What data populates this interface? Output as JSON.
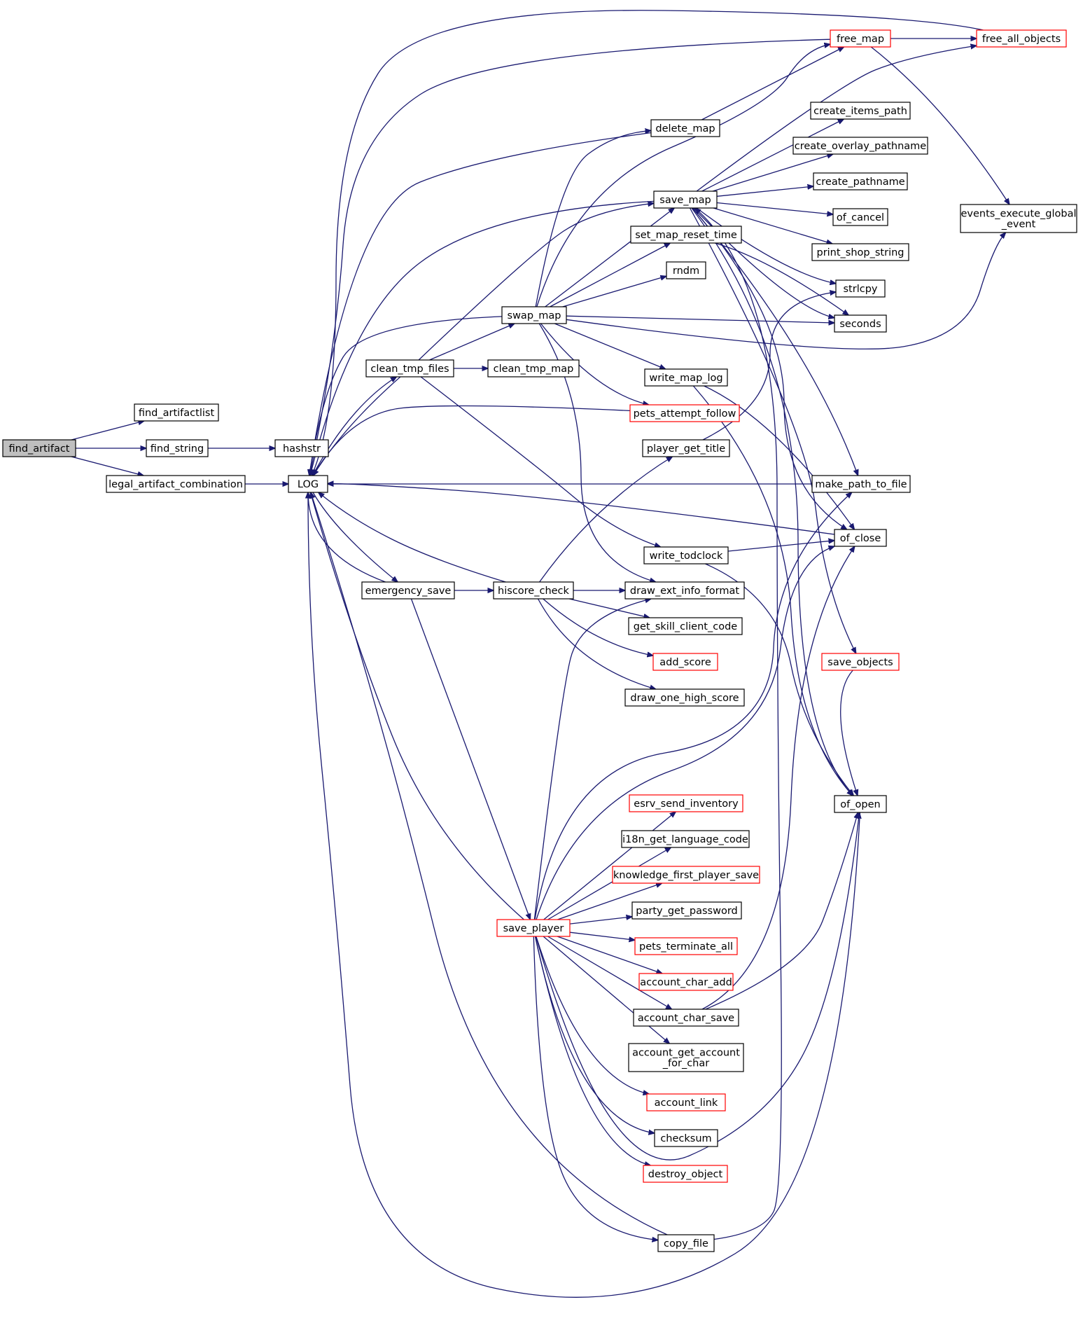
{
  "diagram": {
    "type": "call-graph",
    "colors": {
      "edge": "#191970",
      "node_border": "#000000",
      "truncated_border": "#ff0000",
      "focus_fill": "#bfbfbf"
    },
    "nodes": [
      {
        "id": "find_artifact",
        "lines": [
          "find_artifact"
        ],
        "style": "focus"
      },
      {
        "id": "find_artifactlist",
        "lines": [
          "find_artifactlist"
        ],
        "style": "normal"
      },
      {
        "id": "find_string",
        "lines": [
          "find_string"
        ],
        "style": "normal"
      },
      {
        "id": "legal_artifact_combination",
        "lines": [
          "legal_artifact_combination"
        ],
        "style": "normal"
      },
      {
        "id": "hashstr",
        "lines": [
          "hashstr"
        ],
        "style": "normal"
      },
      {
        "id": "LOG",
        "lines": [
          "LOG"
        ],
        "style": "normal"
      },
      {
        "id": "clean_tmp_files",
        "lines": [
          "clean_tmp_files"
        ],
        "style": "normal"
      },
      {
        "id": "emergency_save",
        "lines": [
          "emergency_save"
        ],
        "style": "normal"
      },
      {
        "id": "swap_map",
        "lines": [
          "swap_map"
        ],
        "style": "normal"
      },
      {
        "id": "clean_tmp_map",
        "lines": [
          "clean_tmp_map"
        ],
        "style": "normal"
      },
      {
        "id": "hiscore_check",
        "lines": [
          "hiscore_check"
        ],
        "style": "normal"
      },
      {
        "id": "save_player",
        "lines": [
          "save_player"
        ],
        "style": "red"
      },
      {
        "id": "delete_map",
        "lines": [
          "delete_map"
        ],
        "style": "normal"
      },
      {
        "id": "save_map",
        "lines": [
          "save_map"
        ],
        "style": "normal"
      },
      {
        "id": "set_map_reset_time",
        "lines": [
          "set_map_reset_time"
        ],
        "style": "normal"
      },
      {
        "id": "rndm",
        "lines": [
          "rndm"
        ],
        "style": "normal"
      },
      {
        "id": "write_map_log",
        "lines": [
          "write_map_log"
        ],
        "style": "normal"
      },
      {
        "id": "pets_attempt_follow",
        "lines": [
          "pets_attempt_follow"
        ],
        "style": "red"
      },
      {
        "id": "player_get_title",
        "lines": [
          "player_get_title"
        ],
        "style": "normal"
      },
      {
        "id": "write_todclock",
        "lines": [
          "write_todclock"
        ],
        "style": "normal"
      },
      {
        "id": "draw_ext_info_format",
        "lines": [
          "draw_ext_info_format"
        ],
        "style": "normal"
      },
      {
        "id": "get_skill_client_code",
        "lines": [
          "get_skill_client_code"
        ],
        "style": "normal"
      },
      {
        "id": "add_score",
        "lines": [
          "add_score"
        ],
        "style": "red"
      },
      {
        "id": "draw_one_high_score",
        "lines": [
          "draw_one_high_score"
        ],
        "style": "normal"
      },
      {
        "id": "esrv_send_inventory",
        "lines": [
          "esrv_send_inventory"
        ],
        "style": "red"
      },
      {
        "id": "i18n_get_language_code",
        "lines": [
          "i18n_get_language_code"
        ],
        "style": "normal"
      },
      {
        "id": "knowledge_first_player_save",
        "lines": [
          "knowledge_first_player_save"
        ],
        "style": "red"
      },
      {
        "id": "party_get_password",
        "lines": [
          "party_get_password"
        ],
        "style": "normal"
      },
      {
        "id": "pets_terminate_all",
        "lines": [
          "pets_terminate_all"
        ],
        "style": "red"
      },
      {
        "id": "account_char_add",
        "lines": [
          "account_char_add"
        ],
        "style": "red"
      },
      {
        "id": "account_char_save",
        "lines": [
          "account_char_save"
        ],
        "style": "normal"
      },
      {
        "id": "account_get_account_for_char",
        "lines": [
          "account_get_account",
          "_for_char"
        ],
        "style": "normal"
      },
      {
        "id": "account_link",
        "lines": [
          "account_link"
        ],
        "style": "red"
      },
      {
        "id": "checksum",
        "lines": [
          "checksum"
        ],
        "style": "normal"
      },
      {
        "id": "destroy_object",
        "lines": [
          "destroy_object"
        ],
        "style": "red"
      },
      {
        "id": "copy_file",
        "lines": [
          "copy_file"
        ],
        "style": "normal"
      },
      {
        "id": "free_map",
        "lines": [
          "free_map"
        ],
        "style": "red"
      },
      {
        "id": "free_all_objects",
        "lines": [
          "free_all_objects"
        ],
        "style": "red"
      },
      {
        "id": "create_items_path",
        "lines": [
          "create_items_path"
        ],
        "style": "normal"
      },
      {
        "id": "create_overlay_pathname",
        "lines": [
          "create_overlay_pathname"
        ],
        "style": "normal"
      },
      {
        "id": "create_pathname",
        "lines": [
          "create_pathname"
        ],
        "style": "normal"
      },
      {
        "id": "of_cancel",
        "lines": [
          "of_cancel"
        ],
        "style": "normal"
      },
      {
        "id": "print_shop_string",
        "lines": [
          "print_shop_string"
        ],
        "style": "normal"
      },
      {
        "id": "strlcpy",
        "lines": [
          "strlcpy"
        ],
        "style": "normal"
      },
      {
        "id": "seconds",
        "lines": [
          "seconds"
        ],
        "style": "normal"
      },
      {
        "id": "make_path_to_file",
        "lines": [
          "make_path_to_file"
        ],
        "style": "normal"
      },
      {
        "id": "of_close",
        "lines": [
          "of_close"
        ],
        "style": "normal"
      },
      {
        "id": "save_objects",
        "lines": [
          "save_objects"
        ],
        "style": "red"
      },
      {
        "id": "of_open",
        "lines": [
          "of_open"
        ],
        "style": "normal"
      },
      {
        "id": "events_execute_global_event",
        "lines": [
          "events_execute_global",
          "_event"
        ],
        "style": "normal"
      }
    ],
    "edges": [
      [
        "find_artifact",
        "find_artifactlist"
      ],
      [
        "find_artifact",
        "find_string"
      ],
      [
        "find_artifact",
        "legal_artifact_combination"
      ],
      [
        "find_string",
        "hashstr"
      ],
      [
        "legal_artifact_combination",
        "LOG"
      ],
      [
        "LOG",
        "clean_tmp_files"
      ],
      [
        "LOG",
        "emergency_save"
      ],
      [
        "emergency_save",
        "LOG"
      ],
      [
        "emergency_save",
        "hiscore_check"
      ],
      [
        "emergency_save",
        "save_player"
      ],
      [
        "clean_tmp_files",
        "swap_map"
      ],
      [
        "clean_tmp_files",
        "clean_tmp_map"
      ],
      [
        "clean_tmp_files",
        "LOG"
      ],
      [
        "clean_tmp_files",
        "save_map"
      ],
      [
        "clean_tmp_files",
        "write_todclock"
      ],
      [
        "swap_map",
        "LOG"
      ],
      [
        "swap_map",
        "delete_map"
      ],
      [
        "swap_map",
        "save_map"
      ],
      [
        "swap_map",
        "set_map_reset_time"
      ],
      [
        "swap_map",
        "rndm"
      ],
      [
        "swap_map",
        "seconds"
      ],
      [
        "swap_map",
        "write_map_log"
      ],
      [
        "swap_map",
        "pets_attempt_follow"
      ],
      [
        "swap_map",
        "free_map"
      ],
      [
        "swap_map",
        "events_execute_global_event"
      ],
      [
        "swap_map",
        "draw_ext_info_format"
      ],
      [
        "delete_map",
        "LOG"
      ],
      [
        "delete_map",
        "free_map"
      ],
      [
        "save_map",
        "LOG"
      ],
      [
        "save_map",
        "free_all_objects"
      ],
      [
        "save_map",
        "create_items_path"
      ],
      [
        "save_map",
        "create_overlay_pathname"
      ],
      [
        "save_map",
        "create_pathname"
      ],
      [
        "save_map",
        "of_cancel"
      ],
      [
        "save_map",
        "print_shop_string"
      ],
      [
        "save_map",
        "strlcpy"
      ],
      [
        "save_map",
        "seconds"
      ],
      [
        "save_map",
        "make_path_to_file"
      ],
      [
        "save_map",
        "of_close"
      ],
      [
        "save_map",
        "save_objects"
      ],
      [
        "save_map",
        "of_open"
      ],
      [
        "set_map_reset_time",
        "seconds"
      ],
      [
        "write_map_log",
        "of_close"
      ],
      [
        "write_map_log",
        "of_open"
      ],
      [
        "pets_attempt_follow",
        "LOG"
      ],
      [
        "player_get_title",
        "strlcpy"
      ],
      [
        "write_todclock",
        "of_close"
      ],
      [
        "write_todclock",
        "of_open"
      ],
      [
        "make_path_to_file",
        "LOG"
      ],
      [
        "of_close",
        "LOG"
      ],
      [
        "hiscore_check",
        "LOG"
      ],
      [
        "hiscore_check",
        "player_get_title"
      ],
      [
        "hiscore_check",
        "draw_ext_info_format"
      ],
      [
        "hiscore_check",
        "get_skill_client_code"
      ],
      [
        "hiscore_check",
        "add_score"
      ],
      [
        "hiscore_check",
        "draw_one_high_score"
      ],
      [
        "save_player",
        "LOG"
      ],
      [
        "save_player",
        "draw_ext_info_format"
      ],
      [
        "save_player",
        "make_path_to_file"
      ],
      [
        "save_player",
        "of_close"
      ],
      [
        "save_player",
        "esrv_send_inventory"
      ],
      [
        "save_player",
        "i18n_get_language_code"
      ],
      [
        "save_player",
        "knowledge_first_player_save"
      ],
      [
        "save_player",
        "party_get_password"
      ],
      [
        "save_player",
        "pets_terminate_all"
      ],
      [
        "save_player",
        "account_char_add"
      ],
      [
        "save_player",
        "account_char_save"
      ],
      [
        "save_player",
        "account_get_account_for_char"
      ],
      [
        "save_player",
        "account_link"
      ],
      [
        "save_player",
        "checksum"
      ],
      [
        "save_player",
        "destroy_object"
      ],
      [
        "save_player",
        "copy_file"
      ],
      [
        "save_player",
        "of_open"
      ],
      [
        "account_char_save",
        "of_close"
      ],
      [
        "account_char_save",
        "of_open"
      ],
      [
        "copy_file",
        "LOG"
      ],
      [
        "copy_file",
        "save_map"
      ],
      [
        "free_map",
        "LOG"
      ],
      [
        "free_map",
        "free_all_objects"
      ],
      [
        "free_map",
        "events_execute_global_event"
      ],
      [
        "free_all_objects",
        "LOG"
      ],
      [
        "save_objects",
        "of_open"
      ],
      [
        "of_open",
        "LOG"
      ]
    ]
  }
}
